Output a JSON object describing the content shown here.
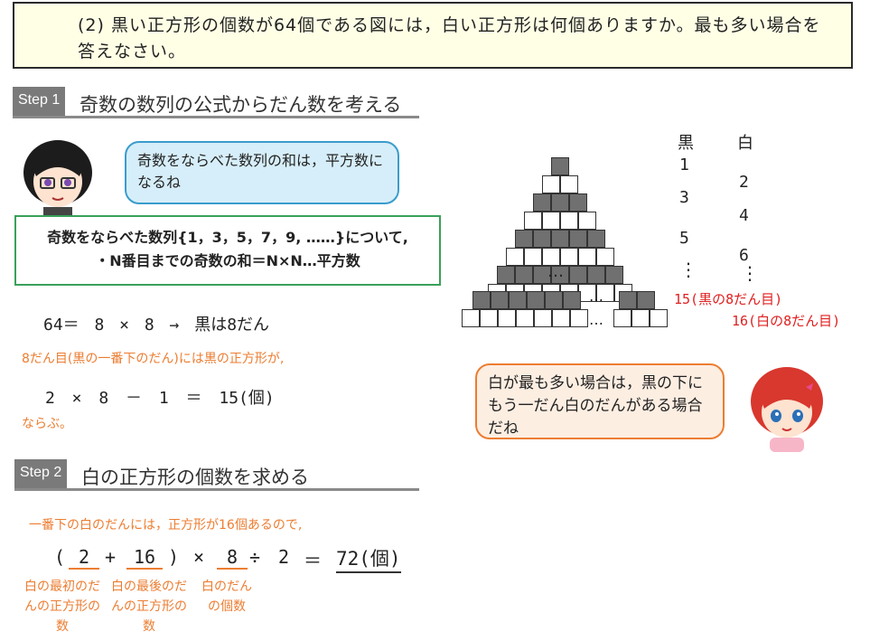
{
  "question": {
    "text": "(2) 黒い正方形の個数が64個である図には，白い正方形は何個ありますか。最も多い場合を答えなさい。"
  },
  "step1": {
    "tag": "Step 1",
    "title": "奇数の数列の公式からだん数を考える",
    "bubble": "奇数をならべた数列の和は，平方数になるね",
    "formula_line1": "奇数をならべた数列{1，3，5，7，9, ……}について,",
    "formula_line2": "・N番目までの奇数の和＝N×N…平方数",
    "calc1": "64＝ 8 × 8 → 黒は8だん",
    "note1": "8だん目(黒の一番下のだん)には黒の正方形が,",
    "calc2": "2 × 8 － 1 ＝ 15(個)",
    "note2": "ならぶ。"
  },
  "figure": {
    "header_black": "黒",
    "header_white": "白",
    "black_counts": [
      "1",
      "3",
      "5"
    ],
    "white_counts": [
      "2",
      "4",
      "6"
    ],
    "dots": "⋮",
    "ellipsis": "…",
    "red_label1": "15(黒の8だん目)",
    "red_label2": "16(白の8だん目)"
  },
  "bubble2": "白が最も多い場合は，黒の下にもう一だん白のだんがある場合だね",
  "step2": {
    "tag": "Step 2",
    "title": "白の正方形の個数を求める",
    "note": "一番下の白のだんには，正方形が16個あるので,",
    "eq_open": "(",
    "eq_a": "2",
    "eq_plus": "+",
    "eq_b": "16",
    "eq_close": ")",
    "eq_times": "×",
    "eq_c": "8",
    "eq_div": "÷",
    "eq_two": "2",
    "eq_equals": "＝",
    "eq_result": "72(個)",
    "label_a": "白の最初のだんの正方形の数",
    "label_b": "白の最後のだんの正方形の数",
    "label_c": "白のだんの個数"
  },
  "colors": {
    "black_square": "#707070",
    "orange": "#ec7d31",
    "red": "#e02020",
    "green": "#3aa15a",
    "blue_bubble": "#d6eef9"
  }
}
